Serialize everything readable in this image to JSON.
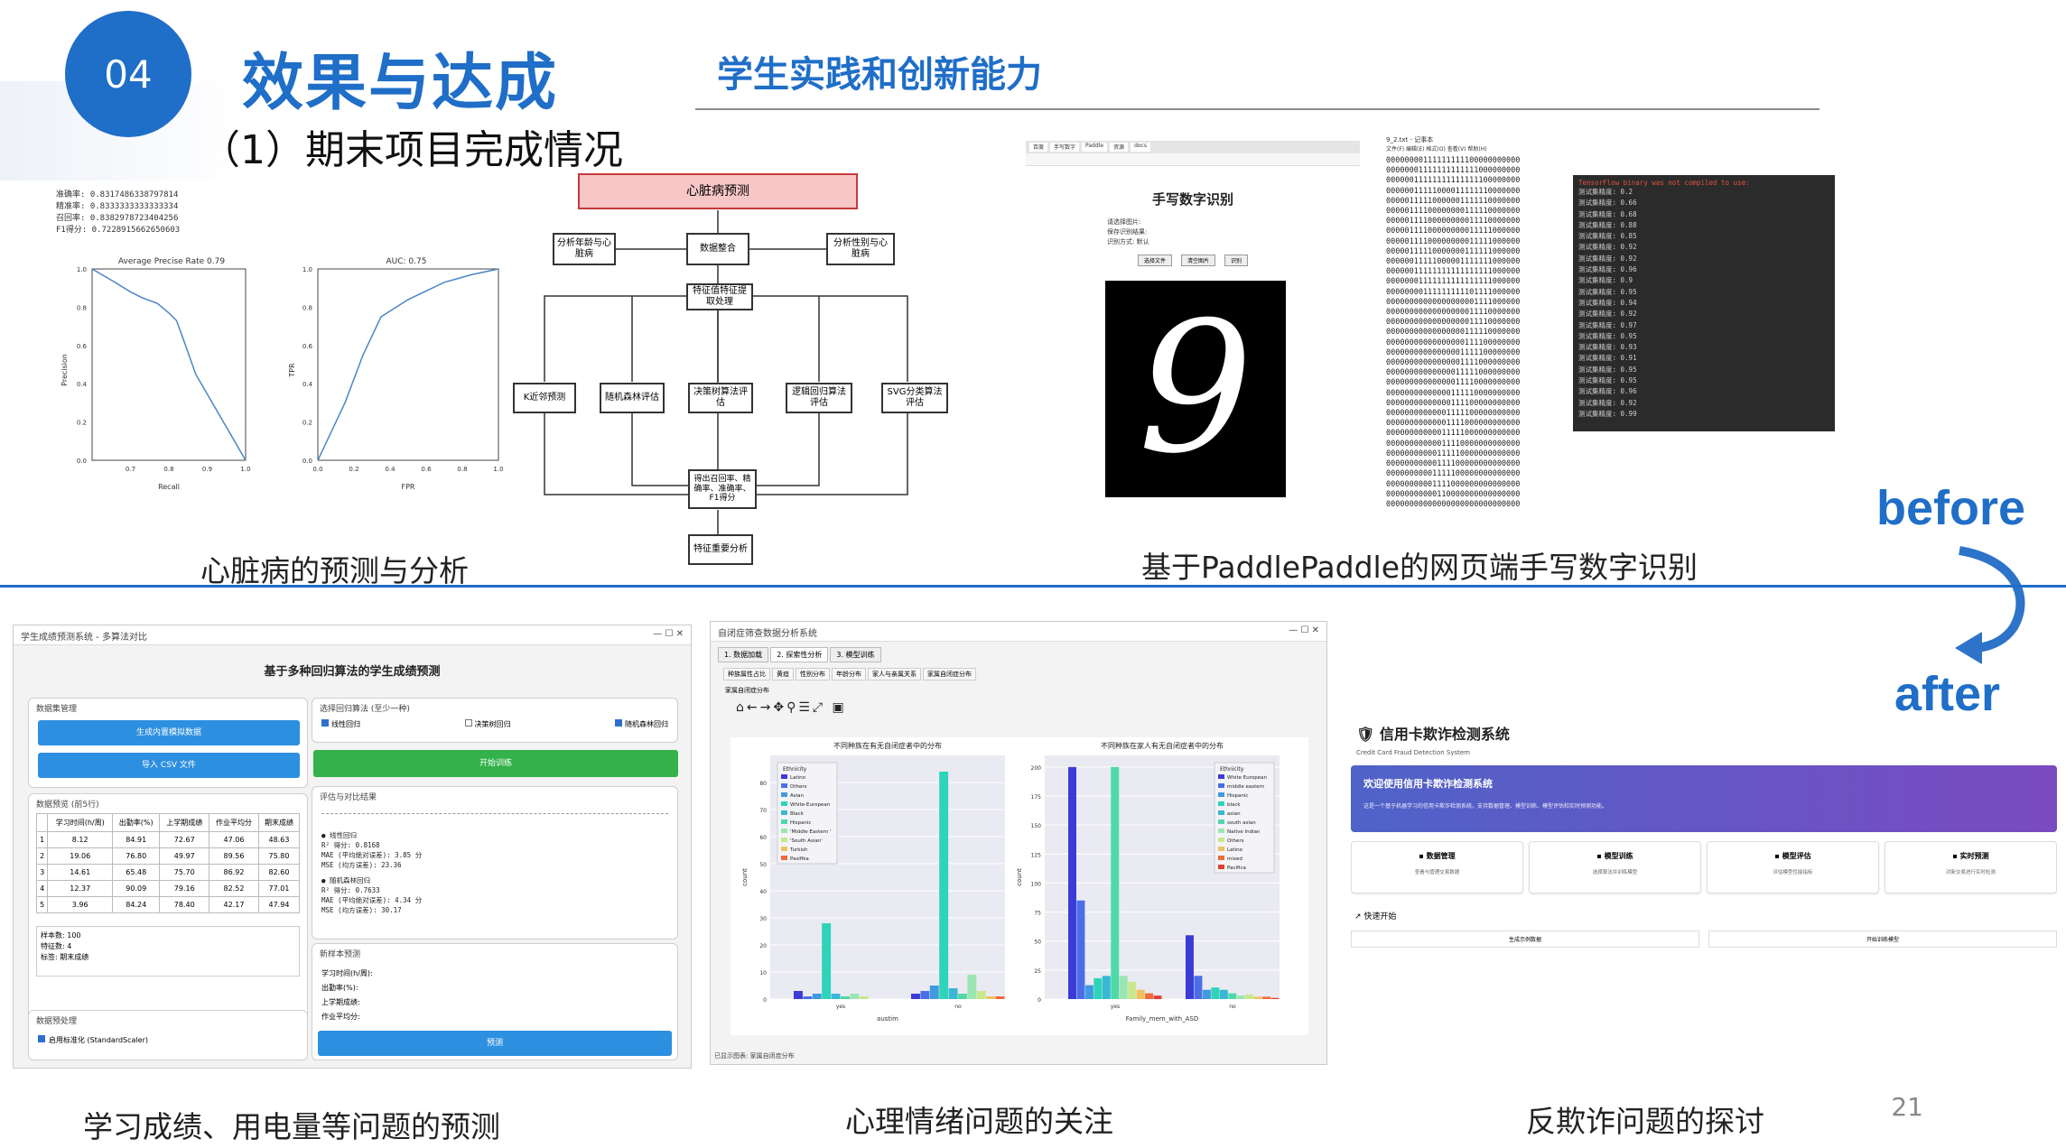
{
  "header": {
    "section_number": "04",
    "title": "效果与达成",
    "subtitle": "（1）期末项目完成情况",
    "side_heading": "学生实践和创新能力"
  },
  "captions": {
    "heart": "心脏病的预测与分析",
    "digit": "基于PaddlePaddle的网页端手写数字识别",
    "grades": "学习成绩、用电量等问题的预测",
    "psych": "心理情绪问题的关注",
    "fraud": "反欺诈问题的探讨"
  },
  "labels": {
    "before": "before",
    "after": "after",
    "page_number": "21"
  },
  "heart_panel": {
    "metrics": [
      "准确率: 0.8317486338797814",
      "精准率: 0.8333333333333334",
      "召回率: 0.8382978723404256",
      "F1得分: 0.7228915662650603"
    ],
    "pr_title": "Average Precise Rate 0.79",
    "roc_title": "AUC: 0.75",
    "pr_xlabel": "Recall",
    "pr_ylabel": "Precision",
    "roc_xlabel": "FPR",
    "roc_ylabel": "TPR",
    "y_ticks": [
      "1.0",
      "0.8",
      "0.6",
      "0.4",
      "0.2",
      "0.0"
    ],
    "x_ticks": [
      "0.7",
      "0.8",
      "0.9",
      "1.0"
    ],
    "roc_x_ticks": [
      "0.0",
      "0.2",
      "0.4",
      "0.6",
      "0.8",
      "1.0"
    ],
    "pr_curve": [
      [
        0.6,
        1.0
      ],
      [
        0.66,
        0.93
      ],
      [
        0.7,
        0.88
      ],
      [
        0.73,
        0.85
      ],
      [
        0.77,
        0.82
      ],
      [
        0.8,
        0.77
      ],
      [
        0.82,
        0.73
      ],
      [
        0.84,
        0.62
      ],
      [
        0.87,
        0.45
      ],
      [
        1.0,
        0.0
      ]
    ],
    "roc_curve": [
      [
        0.0,
        0.0
      ],
      [
        0.15,
        0.3
      ],
      [
        0.25,
        0.55
      ],
      [
        0.35,
        0.75
      ],
      [
        0.5,
        0.84
      ],
      [
        0.7,
        0.93
      ],
      [
        0.85,
        0.97
      ],
      [
        1.0,
        1.0
      ]
    ],
    "flow_title": "心脏病预测",
    "flow_nodes": {
      "age": "分析年龄与心脏病",
      "data": "数据整合",
      "sex": "分析性别与心脏病",
      "feature": "特征值特征提取处理",
      "knn": "K近邻预测",
      "rf": "随机森林评估",
      "dt": "决策树算法评估",
      "lr": "逻辑回归算法评估",
      "svm": "SVG分类算法评估",
      "metrics": "得出召回率、精确率、准确率、F1得分",
      "importance": "特征重要分析"
    }
  },
  "digit_panel": {
    "browser_tabs": [
      "百度",
      "手写数字",
      "Paddle",
      "资源",
      "docs"
    ],
    "page_title": "手写数字识别",
    "form_rows": [
      "请选择图片:",
      "保存识别结果:",
      "识别方式: 默认"
    ],
    "buttons": [
      "选择文件",
      "清空图片",
      "识别"
    ],
    "digit": "9",
    "notepad_title": "9_2.txt - 记事本",
    "notepad_menu": "文件(F)  编辑(E)  格式(O)  查看(V)  帮助(H)",
    "binary_rows": [
      "00000000111111111100000000000",
      "00000001111111111111000000000",
      "00000011111111111111100000000",
      "00000011111000011111110000000",
      "00000111110000001111110000000",
      "00000111100000000111110000000",
      "00000111100000000011110000000",
      "00000111100000000011111000000",
      "00000111100000000011111000000",
      "00000111110000000111111000000",
      "00000011111000001111111000000",
      "00000011111111111111111000000",
      "00000001111111111111111000000",
      "00000000111111111101111000000",
      "00000000000000000001111000000",
      "00000000000000000011110000000",
      "00000000000000000011110000000",
      "00000000000000000111110000000",
      "00000000000000000111100000000",
      "00000000000000001111100000000",
      "00000000000000001111000000000",
      "00000000000000011111000000000",
      "00000000000000011110000000000",
      "00000000000000111110000000000",
      "00000000000000111100000000000",
      "00000000000001111100000000000",
      "00000000000001111000000000000",
      "00000000000011111000000000000",
      "00000000000011110000000000000",
      "00000000000111110000000000000",
      "00000000000111100000000000000",
      "00000000001111100000000000000",
      "00000000001111000000000000000",
      "00000000000110000000000000000",
      "00000000000000000000000000000"
    ],
    "console_warning": "TensorFlow binary was not compiled to use:",
    "console_lines": [
      "测试集精度: 0.2",
      "测试集精度: 0.66",
      "测试集精度: 0.68",
      "测试集精度: 0.88",
      "测试集精度: 0.85",
      "测试集精度: 0.92",
      "测试集精度: 0.92",
      "测试集精度: 0.96",
      "测试集精度: 0.9",
      "测试集精度: 0.95",
      "测试集精度: 0.94",
      "测试集精度: 0.92",
      "测试集精度: 0.97",
      "测试集精度: 0.95",
      "测试集精度: 0.93",
      "测试集精度: 0.91",
      "测试集精度: 0.95",
      "测试集精度: 0.95",
      "测试集精度: 0.96",
      "测试集精度: 0.92",
      "测试集精度: 0.99"
    ]
  },
  "grades_panel": {
    "window_title": "学生成绩预测系统 - 多算法对比",
    "app_title": "基于多种回归算法的学生成绩预测",
    "data_group": "数据集管理",
    "gen_button": "生成内置模拟数据",
    "import_button": "导入 CSV 文件",
    "preview_group": "数据预览 (前5行)",
    "table_headers": [
      "",
      "学习时间(h/周)",
      "出勤率(%)",
      "上学期成绩",
      "作业平均分",
      "期末成绩"
    ],
    "table_rows": [
      [
        "1",
        "8.12",
        "84.91",
        "72.67",
        "47.06",
        "48.63"
      ],
      [
        "2",
        "19.06",
        "76.80",
        "49.97",
        "89.56",
        "75.80"
      ],
      [
        "3",
        "14.61",
        "65.48",
        "75.70",
        "86.92",
        "82.60"
      ],
      [
        "4",
        "12.37",
        "90.09",
        "79.16",
        "82.52",
        "77.01"
      ],
      [
        "5",
        "3.96",
        "84.24",
        "78.40",
        "42.17",
        "47.94"
      ]
    ],
    "stats": [
      "样本数: 100",
      "特征数: 4",
      "标签: 期末成绩"
    ],
    "preprocess_group": "数据预处理",
    "standardize": "启用标准化 (StandardScaler)",
    "algo_group": "选择回归算法 (至少一种)",
    "algos": [
      "线性回归",
      "决策树回归",
      "随机森林回归"
    ],
    "train_button": "开始训练",
    "eval_group": "评估与对比结果",
    "eval_text": [
      "线性回归",
      "R² 得分: 0.8168",
      "MAE (平均绝对误差): 3.85 分",
      "MSE (均方误差): 23.36",
      "随机森林回归",
      "R² 得分: 0.7633",
      "MAE (平均绝对误差): 4.34 分",
      "MSE (均方误差): 30.17"
    ],
    "predict_group": "新样本预测",
    "predict_fields": [
      "学习时间(h/周):",
      "出勤率(%):",
      "上学期成绩:",
      "作业平均分:"
    ],
    "predict_button": "预测"
  },
  "psych_panel": {
    "window_title": "自闭症筛查数据分析系统",
    "tabs": [
      "1. 数据加载",
      "2. 探索性分析",
      "3. 模型训练"
    ],
    "subtabs": [
      "种族属性占比",
      "黄疸",
      "性别分布",
      "年龄分布",
      "家人与亲属关系",
      "家属自闭症分布"
    ],
    "sublabel": "家属自闭症分布",
    "status": "已显示图表: 家属自闭症分布",
    "chart_data": [
      {
        "type": "bar",
        "title": "不同种族在有无自闭症者中的分布",
        "xlabel": "austim",
        "ylabel": "count",
        "categories": [
          "yes",
          "no"
        ],
        "ylim": [
          0,
          90
        ],
        "yticks": [
          "0",
          "10",
          "20",
          "30",
          "40",
          "50",
          "60",
          "70",
          "80"
        ],
        "legend_title": "Ethnicity",
        "series": [
          {
            "name": "Latino",
            "values": [
              3,
              2
            ]
          },
          {
            "name": "Others",
            "values": [
              1,
              3
            ]
          },
          {
            "name": "Asian",
            "values": [
              2,
              5
            ]
          },
          {
            "name": "White-European",
            "values": [
              28,
              84
            ]
          },
          {
            "name": "Black",
            "values": [
              2,
              4
            ]
          },
          {
            "name": "Hispanic",
            "values": [
              1,
              2
            ]
          },
          {
            "name": "'Middle Eastern '",
            "values": [
              2,
              9
            ]
          },
          {
            "name": "'South Asian'",
            "values": [
              1,
              3
            ]
          },
          {
            "name": "Turkish",
            "values": [
              0,
              1
            ]
          },
          {
            "name": "Pasifika",
            "values": [
              0,
              1
            ]
          }
        ]
      },
      {
        "type": "bar",
        "title": "不同种族在家人有无自闭症者中的分布",
        "xlabel": "Family_mem_with_ASD",
        "ylabel": "count",
        "categories": [
          "yes",
          "no"
        ],
        "ylim": [
          0,
          210
        ],
        "yticks": [
          "0",
          "25",
          "50",
          "75",
          "100",
          "125",
          "150",
          "175",
          "200"
        ],
        "legend_title": "Ethnicity",
        "series": [
          {
            "name": "White European",
            "values": [
              200,
              55
            ]
          },
          {
            "name": "middle eastern",
            "values": [
              85,
              20
            ]
          },
          {
            "name": "Hispanic",
            "values": [
              12,
              8
            ]
          },
          {
            "name": "black",
            "values": [
              18,
              10
            ]
          },
          {
            "name": "asian",
            "values": [
              20,
              8
            ]
          },
          {
            "name": "south asian",
            "values": [
              200,
              5
            ]
          },
          {
            "name": "Native Indian",
            "values": [
              20,
              3
            ]
          },
          {
            "name": "Others",
            "values": [
              15,
              4
            ]
          },
          {
            "name": "Latino",
            "values": [
              8,
              2
            ]
          },
          {
            "name": "mixed",
            "values": [
              5,
              2
            ]
          },
          {
            "name": "Pacifica",
            "values": [
              3,
              1
            ]
          }
        ]
      }
    ]
  },
  "fraud_panel": {
    "title": "信用卡欺诈检测系统",
    "subtitle_en": "Credit Card Fraud Detection System",
    "banner_title": "欢迎使用信用卡欺诈检测系统",
    "banner_text": "这是一个基于机器学习的信用卡欺诈检测系统，支持数据管理、模型训练、模型评估和实时预测功能。",
    "modules": [
      "数据管理",
      "模型训练",
      "模型评估",
      "实时预测"
    ],
    "module_desc": [
      "查看与管理交易数据",
      "选择算法并训练模型",
      "评估模型性能指标",
      "对新交易进行实时检测"
    ],
    "quick_start": "快速开始",
    "quick_items": [
      "生成示例数据",
      "开始训练模型"
    ]
  }
}
